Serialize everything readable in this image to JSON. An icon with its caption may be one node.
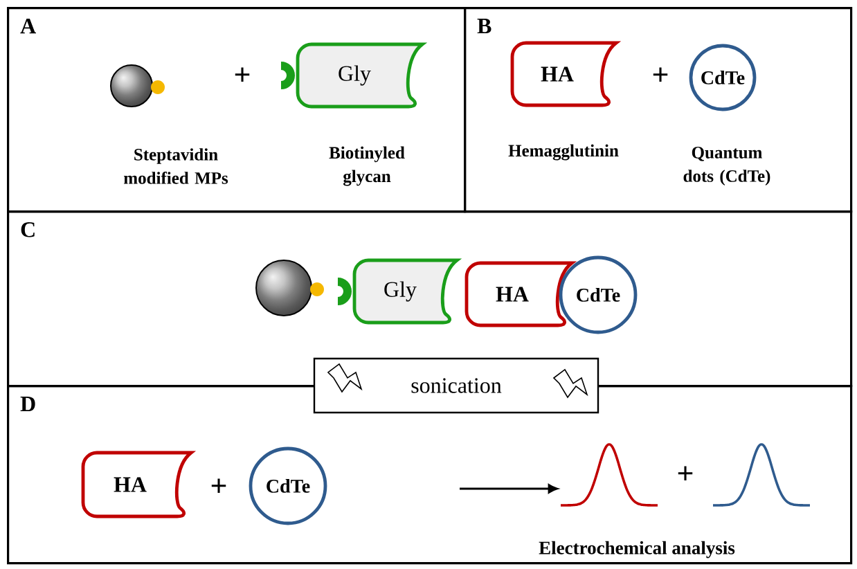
{
  "diagram": {
    "nodes": [
      {
        "text": [
          "A"
        ]
      },
      {
        "text": [],
        "shape": "circle",
        "in": 0,
        "beside": [
          "Steptavidin modified MPs"
        ]
      },
      {
        "text": [
          "Gly"
        ],
        "in": 0,
        "beside": [
          "Biotinyled glycan"
        ]
      },
      {
        "text": [
          "B"
        ]
      },
      {
        "text": [
          "HA"
        ],
        "in": 3,
        "beside": [
          "Hemagglutinin"
        ]
      },
      {
        "text": [
          "CdTe"
        ],
        "in": 3,
        "beside": [
          "Quantum dots (CdTe)"
        ]
      },
      {
        "text": [
          "C"
        ]
      },
      {
        "text": [],
        "shape": "circle",
        "in": 6
      },
      {
        "text": [
          "Gly"
        ],
        "in": 6
      },
      {
        "text": [
          "HA"
        ],
        "in": 6
      },
      {
        "text": [
          "CdTe"
        ],
        "in": 6
      },
      {
        "text": [
          "sonication"
        ]
      },
      {
        "text": [
          "D"
        ]
      },
      {
        "text": [
          "HA"
        ],
        "in": 12
      },
      {
        "text": [
          "CdTe"
        ],
        "in": 12
      },
      {
        "text": [],
        "shape": "curve",
        "in": 12
      },
      {
        "text": [],
        "shape": "curve",
        "in": 12
      }
    ],
    "edges": [
      {
        "from": null,
        "to": 15,
        "arrow": "to"
      }
    ],
    "labels": [
      "+",
      "+",
      "+",
      "+",
      "Electrochemical analysis"
    ]
  }
}
